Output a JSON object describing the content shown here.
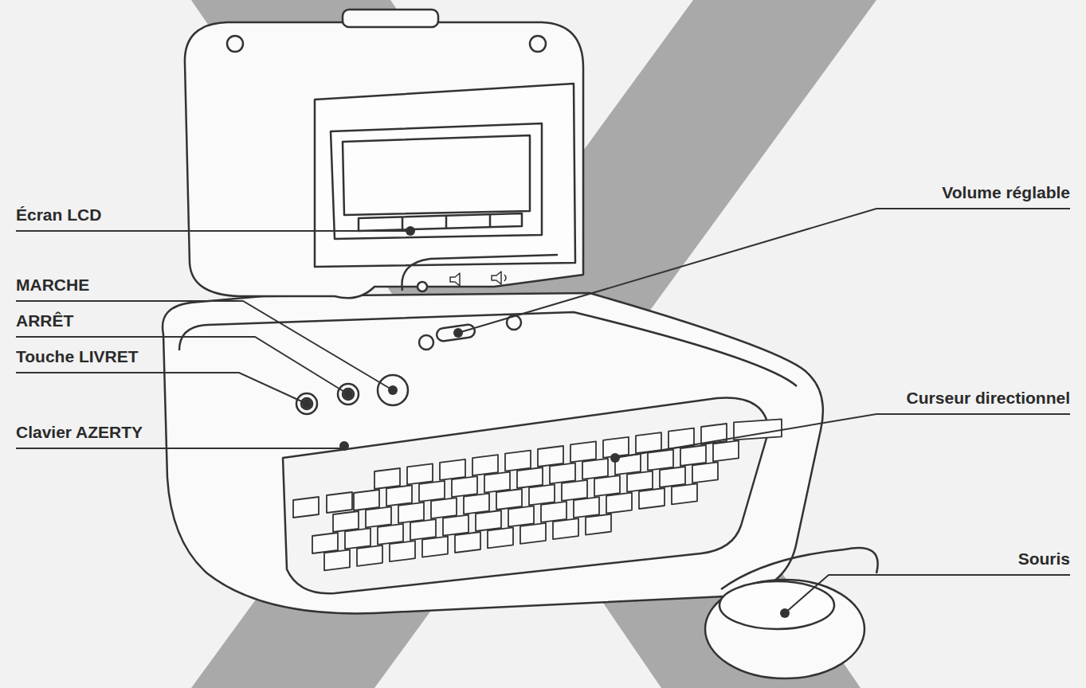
{
  "diagram": {
    "labels": [
      "Écran LCD",
      "Volume réglable",
      "MARCHE",
      "ARRÊT",
      "Touche LIVRET",
      "Clavier AZERTY",
      "Curseur directionnel",
      "Souris"
    ]
  }
}
